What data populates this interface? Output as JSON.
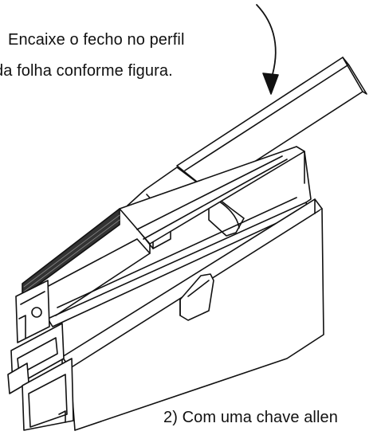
{
  "captions": {
    "step1_line1": "Encaixe o fecho no perfil",
    "step1_line2": "da folha conforme figura.",
    "step2_line1": "2) Com uma chave allen"
  },
  "icons": {
    "rotation_arrow": "curved-arrow-down-icon"
  },
  "colors": {
    "line": "#111111",
    "background": "#ffffff",
    "shade": "#d9d9d9",
    "dark_strip": "#333333"
  }
}
